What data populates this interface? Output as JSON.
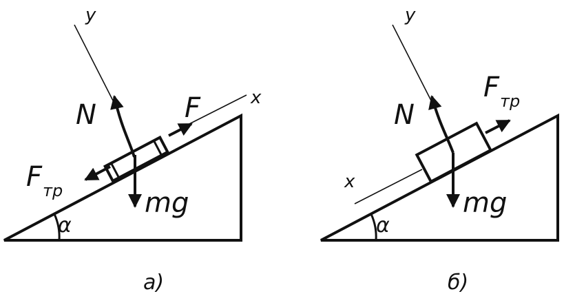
{
  "colors": {
    "stroke": "#111111",
    "background": "#ffffff"
  },
  "panel_a": {
    "caption": "а)",
    "axis_y": "y",
    "axis_x": "x",
    "normal_force": "N",
    "applied_force": "F",
    "friction_force_main": "F",
    "friction_force_sub": "тр",
    "gravity": "mg",
    "angle": "α"
  },
  "panel_b": {
    "caption": "б)",
    "axis_y": "y",
    "axis_x": "x",
    "normal_force": "N",
    "friction_force_main": "F",
    "friction_force_sub": "тр",
    "gravity": "mg",
    "angle": "α"
  }
}
